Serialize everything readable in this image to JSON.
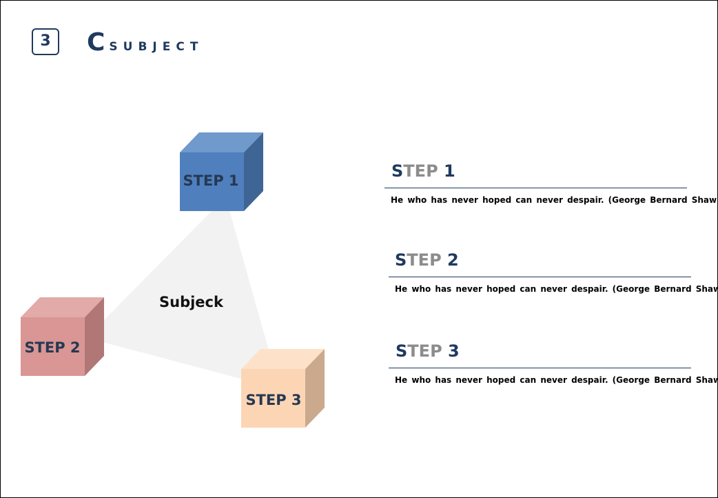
{
  "header": {
    "number": "3",
    "title_initial": "C",
    "title_rest": "SUBJECT"
  },
  "diagram": {
    "center_label": "Subjeck",
    "cubes": [
      {
        "label": "STEP 1",
        "front": "#4f7fbd",
        "top": "#7099cc",
        "side": "#3f6594"
      },
      {
        "label": "STEP 2",
        "front": "#d99694",
        "top": "#e2aaa8",
        "side": "#b07776"
      },
      {
        "label": "STEP 3",
        "front": "#fcd5b4",
        "top": "#fde1c8",
        "side": "#caa98d"
      }
    ]
  },
  "steps": [
    {
      "h_first": "S",
      "h_mid": "TEP",
      "h_num": "1",
      "text": "He who has never hoped can never despair. (George Bernard Shaw)"
    },
    {
      "h_first": "S",
      "h_mid": "TEP",
      "h_num": "2",
      "text": "He who has never hoped can never despair. (George Bernard Shaw)"
    },
    {
      "h_first": "S",
      "h_mid": "TEP",
      "h_num": "3",
      "text": "He who has never hoped can never despair. (George Bernard Shaw)"
    }
  ]
}
